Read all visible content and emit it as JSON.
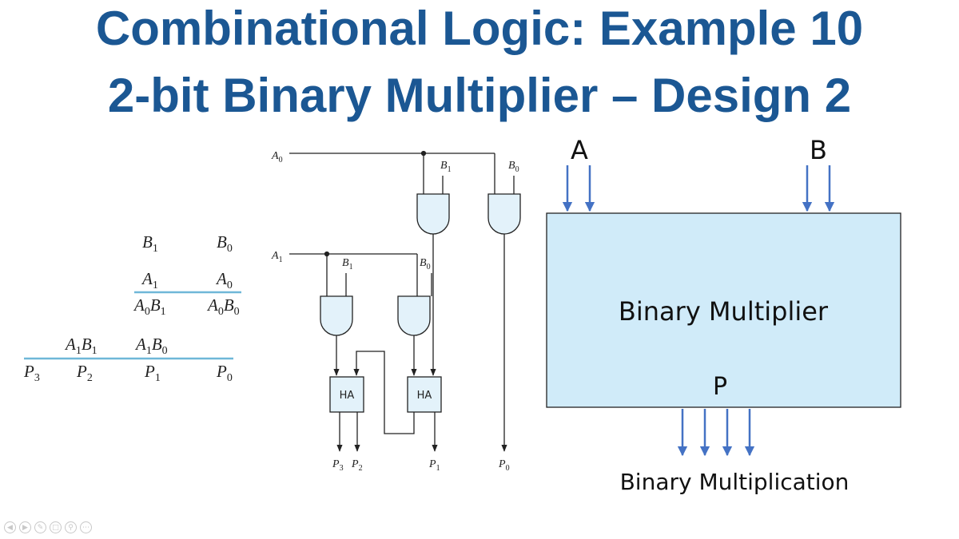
{
  "slide": {
    "title_line1": "Combinational Logic: Example 10",
    "title_line2": "2-bit Binary Multiplier – Design 2"
  },
  "multiplication": {
    "row1": [
      "B",
      "B"
    ],
    "row1_sub": [
      "1",
      "0"
    ],
    "row2": [
      "A",
      "A"
    ],
    "row2_sub": [
      "1",
      "0"
    ],
    "partial1": [
      "A0B1",
      "A0B0"
    ],
    "partial2": [
      "A1B1",
      "A1B0"
    ],
    "result": [
      "P",
      "P",
      "P",
      "P"
    ],
    "result_sub": [
      "3",
      "2",
      "1",
      "0"
    ]
  },
  "circuit": {
    "input_a0": "A",
    "input_a0_sub": "0",
    "input_a1": "A",
    "input_a1_sub": "1",
    "b1": "B",
    "b1_sub": "1",
    "b0": "B",
    "b0_sub": "0",
    "ha_label": "HA",
    "out_p3": "P",
    "out_p3_sub": "3",
    "out_p2": "P",
    "out_p2_sub": "2",
    "out_p1": "P",
    "out_p1_sub": "1",
    "out_p0": "P",
    "out_p0_sub": "0"
  },
  "block": {
    "input_a": "A",
    "input_b": "B",
    "label": "Binary Multiplier",
    "output": "P",
    "caption": "Binary Multiplication",
    "fill": "#d0ebf9",
    "arrow_color": "#4472c4"
  },
  "toolbar": {
    "icons": [
      "back-icon",
      "forward-icon",
      "pen-icon",
      "slides-icon",
      "zoom-icon",
      "more-icon"
    ]
  }
}
